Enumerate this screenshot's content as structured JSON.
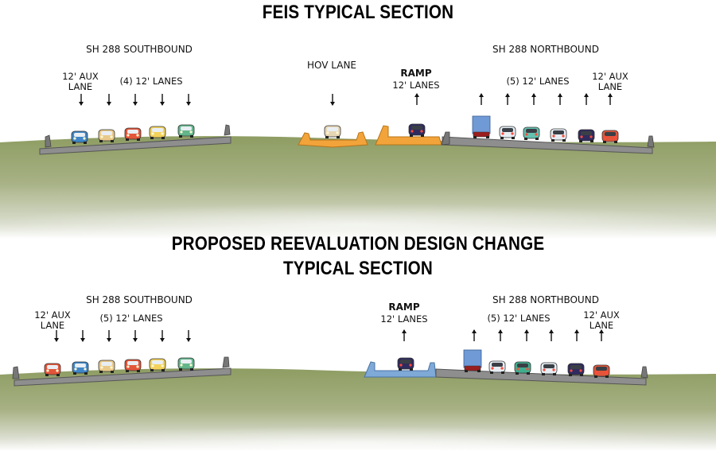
{
  "section1": {
    "title": "FEIS TYPICAL SECTION",
    "southbound_label": "SH 288 SOUTHBOUND",
    "aux_label": "12' AUX\nLANE",
    "lanes_label": "(4) 12' LANES",
    "hov_label": "HOV LANE",
    "ramp_title": "RAMP",
    "ramp_sub": "12' LANES",
    "northbound_label": "SH 288 NORTHBOUND",
    "nb_lanes_label": "(5) 12' LANES",
    "nb_aux_label": "12' AUX\nLANE"
  },
  "section2": {
    "title_line1": "PROPOSED REEVALUATION DESIGN CHANGE",
    "title_line2": "TYPICAL SECTION",
    "southbound_label": "SH 288 SOUTHBOUND",
    "aux_label": "12' AUX\nLANE",
    "lanes_label": "(5) 12' LANES",
    "ramp_title": "RAMP",
    "ramp_sub": "12' LANES",
    "northbound_label": "SH 288 NORTHBOUND",
    "nb_lanes_label": "(5) 12' LANES",
    "nb_aux_label": "12' AUX\nLANE"
  },
  "colors": {
    "grass": "#9aa873",
    "road": "#8c8c8c",
    "hov_structure": "#f2a43a",
    "ramp_structure_2": "#7fa9d6",
    "truck": "#6f9ad6"
  }
}
